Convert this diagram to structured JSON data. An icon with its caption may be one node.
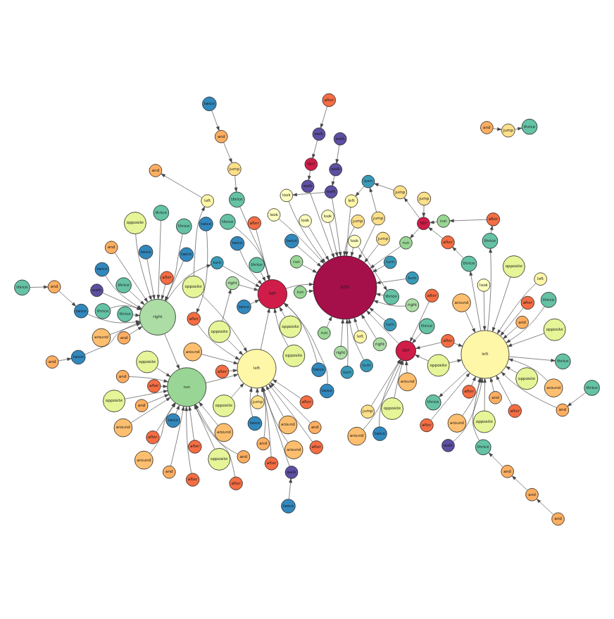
{
  "diagram": {
    "nodes": [
      {
        "text": [
          "and"
        ]
      },
      {
        "text": [
          "and"
        ]
      },
      {
        "text": [
          "walk"
        ]
      },
      {
        "text": [
          "thrice"
        ]
      },
      {
        "text": [
          "and"
        ]
      },
      {
        "text": [
          "thrice"
        ]
      },
      {
        "text": [
          "after"
        ]
      },
      {
        "text": [
          "after"
        ]
      },
      {
        "text": [
          "and"
        ]
      },
      {
        "text": [
          "and"
        ]
      },
      {
        "text": [
          "thrice"
        ]
      },
      {
        "text": [
          "and"
        ]
      },
      {
        "text": [
          "thrice"
        ]
      },
      {
        "text": [
          "after"
        ]
      },
      {
        "text": [
          "left"
        ]
      },
      {
        "text": [
          "around"
        ]
      },
      {
        "text": [
          "opposite"
        ]
      },
      {
        "text": [
          "around"
        ]
      },
      {
        "text": [
          "and"
        ]
      },
      {
        "text": [
          "twice"
        ]
      },
      {
        "text": [
          "thrice"
        ]
      },
      {
        "text": [
          "twice"
        ]
      },
      {
        "text": [
          "thrice"
        ]
      },
      {
        "text": [
          "thrice"
        ]
      },
      {
        "text": [
          "opposite"
        ]
      },
      {
        "text": [
          "after"
        ]
      },
      {
        "text": [
          "twice"
        ]
      },
      {
        "text": [
          "thrice"
        ]
      },
      {
        "text": [
          "thrice"
        ]
      },
      {
        "text": [
          "around"
        ]
      },
      {
        "text": [
          "after"
        ]
      },
      {
        "text": [
          "opposite"
        ]
      },
      {
        "text": [
          "around"
        ]
      },
      {
        "text": [
          "opposite"
        ]
      },
      {
        "text": [
          "twice"
        ]
      },
      {
        "text": [
          "after"
        ]
      },
      {
        "text": [
          "after"
        ]
      },
      {
        "text": [
          "thrice"
        ]
      },
      {
        "text": [
          "twice"
        ]
      },
      {
        "text": [
          "left"
        ]
      },
      {
        "text": [
          "look"
        ]
      },
      {
        "text": [
          "and"
        ]
      },
      {
        "text": [
          "twice"
        ]
      },
      {
        "text": [
          "thrice"
        ]
      },
      {
        "text": [
          "run"
        ]
      },
      {
        "text": [
          "walk"
        ]
      },
      {
        "text": [
          "and"
        ]
      },
      {
        "text": [
          "and"
        ]
      },
      {
        "text": [
          "opposite"
        ]
      },
      {
        "text": [
          "thrice"
        ]
      },
      {
        "text": [
          "thrice"
        ]
      },
      {
        "text": [
          "walk"
        ]
      },
      {
        "text": [
          "walk"
        ]
      },
      {
        "text": [
          "after"
        ]
      },
      {
        "text": [
          "opposite"
        ]
      },
      {
        "text": [
          "twice"
        ]
      },
      {
        "text": [
          "and"
        ]
      },
      {
        "text": [
          "right"
        ]
      },
      {
        "text": [
          "jump"
        ]
      },
      {
        "text": [
          "around"
        ]
      },
      {
        "text": [
          "opposite"
        ]
      },
      {
        "text": [
          "look"
        ]
      },
      {
        "text": [
          "around"
        ]
      },
      {
        "text": [
          "after"
        ]
      },
      {
        "text": [
          "around"
        ]
      },
      {
        "text": [
          "after"
        ]
      },
      {
        "text": [
          "opposite"
        ]
      },
      {
        "text": [
          "twice"
        ]
      },
      {
        "text": [
          "after"
        ]
      },
      {
        "text": [
          "around"
        ]
      },
      {
        "text": [
          "thrice"
        ]
      },
      {
        "text": [
          "thrice"
        ]
      },
      {
        "text": [
          "SEP"
        ]
      },
      {
        "text": [
          "jump"
        ]
      },
      {
        "text": [
          "opposite"
        ]
      },
      {
        "text": [
          "and"
        ]
      },
      {
        "text": [
          "after"
        ]
      },
      {
        "text": [
          "after"
        ]
      },
      {
        "text": [
          "walk"
        ]
      },
      {
        "text": [
          "around"
        ]
      },
      {
        "text": [
          "after"
        ]
      },
      {
        "text": [
          "turn"
        ]
      },
      {
        "text": [
          "run"
        ]
      },
      {
        "text": [
          "SEP"
        ]
      },
      {
        "text": [
          "thrice"
        ]
      },
      {
        "text": [
          "and"
        ]
      },
      {
        "text": [
          "and"
        ]
      },
      {
        "text": [
          "look"
        ]
      },
      {
        "text": [
          "look"
        ]
      },
      {
        "text": [
          "turn"
        ]
      },
      {
        "text": [
          "jump"
        ]
      },
      {
        "text": [
          "around"
        ]
      },
      {
        "text": [
          "jump"
        ]
      },
      {
        "text": [
          "opposite"
        ]
      },
      {
        "text": [
          "after"
        ]
      },
      {
        "text": [
          "after"
        ]
      },
      {
        "text": [
          "turn"
        ]
      },
      {
        "text": [
          "right"
        ]
      },
      {
        "text": [
          "thrice"
        ]
      },
      {
        "text": [
          "after"
        ]
      },
      {
        "text": [
          "run"
        ]
      },
      {
        "text": [
          "turn"
        ]
      },
      {
        "text": [
          "run"
        ]
      },
      {
        "text": [
          "opposite"
        ]
      },
      {
        "text": [
          "twice"
        ]
      },
      {
        "text": [
          "EOS"
        ]
      },
      {
        "text": [
          "right"
        ]
      },
      {
        "text": [
          "turn"
        ]
      },
      {
        "text": [
          "look"
        ]
      },
      {
        "text": [
          "left"
        ]
      },
      {
        "text": [
          "SEP"
        ]
      },
      {
        "text": [
          "after"
        ]
      },
      {
        "text": [
          "and"
        ]
      },
      {
        "text": [
          "left"
        ]
      },
      {
        "text": [
          "and"
        ]
      },
      {
        "text": [
          "around"
        ]
      },
      {
        "text": [
          "opposite"
        ]
      },
      {
        "text": [
          "after"
        ]
      },
      {
        "text": [
          "turn"
        ]
      },
      {
        "text": [
          "jump"
        ]
      },
      {
        "text": [
          "left"
        ]
      },
      {
        "text": [
          "twice"
        ]
      },
      {
        "text": [
          "twice"
        ]
      },
      {
        "text": [
          "and"
        ]
      },
      {
        "text": [
          "and"
        ]
      },
      {
        "text": [
          "opposite"
        ]
      },
      {
        "text": [
          "jump"
        ]
      },
      {
        "text": [
          "run"
        ]
      },
      {
        "text": [
          "around"
        ]
      },
      {
        "text": [
          "walk"
        ]
      },
      {
        "text": [
          "after"
        ]
      },
      {
        "text": [
          "turn"
        ]
      },
      {
        "text": [
          "jump"
        ]
      },
      {
        "text": [
          "opposite"
        ]
      },
      {
        "text": [
          "left"
        ]
      },
      {
        "text": [
          "opposite"
        ]
      },
      {
        "text": [
          "run"
        ]
      },
      {
        "text": [
          "twice"
        ]
      },
      {
        "text": [
          "twice"
        ]
      },
      {
        "text": [
          "look"
        ]
      },
      {
        "text": [
          "right"
        ]
      },
      {
        "text": [
          "walk"
        ]
      },
      {
        "text": [
          "twice"
        ]
      },
      {
        "text": [
          "twice"
        ]
      },
      {
        "text": [
          "right"
        ]
      },
      {
        "text": [
          "after"
        ]
      },
      {
        "text": [
          "twice"
        ]
      },
      {
        "text": [
          "thrice"
        ]
      },
      {
        "text": [
          "thrice"
        ]
      },
      {
        "text": [
          "jump"
        ]
      },
      {
        "text": [
          "SEP"
        ]
      },
      {
        "text": [
          "walk"
        ]
      },
      {
        "text": [
          "and"
        ]
      },
      {
        "text": [
          "jump"
        ]
      }
    ],
    "edges": [
      {
        "from": 0,
        "to": 3,
        "arrow": "to"
      },
      {
        "from": 1,
        "to": 0,
        "arrow": "to"
      },
      {
        "from": 8,
        "to": 1,
        "arrow": "to"
      },
      {
        "from": 6,
        "to": 39,
        "arrow": "to"
      },
      {
        "from": 7,
        "to": 39,
        "arrow": "to"
      },
      {
        "from": 4,
        "to": 39,
        "arrow": "to"
      },
      {
        "from": 5,
        "to": 4,
        "arrow": "to"
      },
      {
        "from": 2,
        "to": 39,
        "arrow": "to"
      },
      {
        "from": 3,
        "to": 39,
        "arrow": "to"
      },
      {
        "from": 9,
        "to": 21,
        "arrow": "to"
      },
      {
        "from": 10,
        "to": 11,
        "arrow": "to"
      },
      {
        "from": 11,
        "to": 26,
        "arrow": "to"
      },
      {
        "from": 18,
        "to": 57,
        "arrow": "to"
      },
      {
        "from": 19,
        "to": 57,
        "arrow": "to"
      },
      {
        "from": 20,
        "to": 57,
        "arrow": "to"
      },
      {
        "from": 21,
        "to": 57,
        "arrow": "to"
      },
      {
        "from": 22,
        "to": 57,
        "arrow": "to"
      },
      {
        "from": 26,
        "to": 57,
        "arrow": "to"
      },
      {
        "from": 32,
        "to": 57,
        "arrow": "to"
      },
      {
        "from": 33,
        "to": 57,
        "arrow": "to"
      },
      {
        "from": 34,
        "to": 57,
        "arrow": "to"
      },
      {
        "from": 36,
        "to": 57,
        "arrow": "to"
      },
      {
        "from": 37,
        "to": 57,
        "arrow": "to"
      },
      {
        "from": 38,
        "to": 57,
        "arrow": "to"
      },
      {
        "from": 49,
        "to": 57,
        "arrow": "to"
      },
      {
        "from": 50,
        "to": 57,
        "arrow": "to"
      },
      {
        "from": 45,
        "to": 57,
        "arrow": "to"
      },
      {
        "from": 46,
        "to": 57,
        "arrow": "to"
      },
      {
        "from": 14,
        "to": 39,
        "arrow": "to"
      },
      {
        "from": 15,
        "to": 39,
        "arrow": "to"
      },
      {
        "from": 16,
        "to": 39,
        "arrow": "to"
      },
      {
        "from": 17,
        "to": 39,
        "arrow": "to"
      },
      {
        "from": 24,
        "to": 39,
        "arrow": "to"
      },
      {
        "from": 29,
        "to": 39,
        "arrow": "to"
      },
      {
        "from": 30,
        "to": 39,
        "arrow": "to"
      },
      {
        "from": 31,
        "to": 39,
        "arrow": "to"
      },
      {
        "from": 35,
        "to": 39,
        "arrow": "to"
      },
      {
        "from": 40,
        "to": 39,
        "arrow": "to"
      },
      {
        "from": 41,
        "to": 39,
        "arrow": "to"
      },
      {
        "from": 47,
        "to": 39,
        "arrow": "to"
      },
      {
        "from": 48,
        "to": 39,
        "arrow": "to"
      },
      {
        "from": 53,
        "to": 39,
        "arrow": "to"
      },
      {
        "from": 54,
        "to": 39,
        "arrow": "to"
      },
      {
        "from": 43,
        "to": 39,
        "arrow": "to"
      },
      {
        "from": 39,
        "to": 12,
        "arrow": "to"
      },
      {
        "from": 39,
        "to": 23,
        "arrow": "to"
      },
      {
        "from": 39,
        "to": 27,
        "arrow": "to"
      },
      {
        "from": 39,
        "to": 28,
        "arrow": "to"
      },
      {
        "from": 23,
        "to": 13,
        "arrow": "to"
      },
      {
        "from": 27,
        "to": 25,
        "arrow": "to"
      },
      {
        "from": 13,
        "to": 44,
        "arrow": "to"
      },
      {
        "from": 25,
        "to": 83,
        "arrow": "to"
      },
      {
        "from": 44,
        "to": 83,
        "arrow": "to"
      },
      {
        "from": 58,
        "to": 83,
        "arrow": "to"
      },
      {
        "from": 83,
        "to": 119,
        "arrow": "to"
      },
      {
        "from": 83,
        "to": 100,
        "arrow": "to"
      },
      {
        "from": 42,
        "to": 105,
        "arrow": "to"
      },
      {
        "from": 51,
        "to": 52,
        "arrow": "to"
      },
      {
        "from": 52,
        "to": 78,
        "arrow": "to"
      },
      {
        "from": 78,
        "to": 87,
        "arrow": "to"
      },
      {
        "from": 78,
        "to": 105,
        "arrow": "to"
      },
      {
        "from": 61,
        "to": 70,
        "arrow": "to"
      },
      {
        "from": 61,
        "to": 105,
        "arrow": "to"
      },
      {
        "from": 70,
        "to": 105,
        "arrow": "to"
      },
      {
        "from": 87,
        "to": 105,
        "arrow": "to"
      },
      {
        "from": 88,
        "to": 105,
        "arrow": "to"
      },
      {
        "from": 89,
        "to": 105,
        "arrow": "to"
      },
      {
        "from": 96,
        "to": 105,
        "arrow": "to"
      },
      {
        "from": 101,
        "to": 105,
        "arrow": "to"
      },
      {
        "from": 107,
        "to": 105,
        "arrow": "to"
      },
      {
        "from": 118,
        "to": 105,
        "arrow": "to"
      },
      {
        "from": 102,
        "to": 105,
        "arrow": "to"
      },
      {
        "from": 100,
        "to": 105,
        "arrow": "to"
      },
      {
        "from": 97,
        "to": 105,
        "arrow": "to"
      },
      {
        "from": 90,
        "to": 105,
        "arrow": "to"
      },
      {
        "from": 108,
        "to": 105,
        "arrow": "to"
      },
      {
        "from": 120,
        "to": 105,
        "arrow": "to"
      },
      {
        "from": 127,
        "to": 105,
        "arrow": "to"
      },
      {
        "from": 132,
        "to": 105,
        "arrow": "to"
      },
      {
        "from": 136,
        "to": 105,
        "arrow": "to"
      },
      {
        "from": 139,
        "to": 105,
        "arrow": "to"
      },
      {
        "from": 141,
        "to": 105,
        "arrow": "to"
      },
      {
        "from": 144,
        "to": 105,
        "arrow": "to"
      },
      {
        "from": 134,
        "to": 105,
        "arrow": "to"
      },
      {
        "from": 126,
        "to": 105,
        "arrow": "to"
      },
      {
        "from": 106,
        "to": 105,
        "arrow": "to"
      },
      {
        "from": 53,
        "to": 72,
        "arrow": "to"
      },
      {
        "from": 54,
        "to": 72,
        "arrow": "to"
      },
      {
        "from": 62,
        "to": 72,
        "arrow": "to"
      },
      {
        "from": 66,
        "to": 72,
        "arrow": "to"
      },
      {
        "from": 71,
        "to": 72,
        "arrow": "to"
      },
      {
        "from": 73,
        "to": 72,
        "arrow": "to"
      },
      {
        "from": 79,
        "to": 72,
        "arrow": "to"
      },
      {
        "from": 80,
        "to": 72,
        "arrow": "to"
      },
      {
        "from": 55,
        "to": 72,
        "arrow": "to"
      },
      {
        "from": 72,
        "to": 105,
        "arrow": "to"
      },
      {
        "from": 109,
        "to": 110,
        "arrow": "to"
      },
      {
        "from": 121,
        "to": 110,
        "arrow": "to"
      },
      {
        "from": 122,
        "to": 110,
        "arrow": "to"
      },
      {
        "from": 137,
        "to": 110,
        "arrow": "to"
      },
      {
        "from": 138,
        "to": 110,
        "arrow": "to"
      },
      {
        "from": 140,
        "to": 110,
        "arrow": "to"
      },
      {
        "from": 147,
        "to": 110,
        "arrow": "to"
      },
      {
        "from": 81,
        "to": 110,
        "arrow": "to"
      },
      {
        "from": 84,
        "to": 110,
        "arrow": "to"
      },
      {
        "from": 98,
        "to": 110,
        "arrow": "to"
      },
      {
        "from": 94,
        "to": 110,
        "arrow": "to"
      },
      {
        "from": 133,
        "to": 110,
        "arrow": "to"
      },
      {
        "from": 125,
        "to": 110,
        "arrow": "to"
      },
      {
        "from": 110,
        "to": 105,
        "arrow": "to"
      },
      {
        "from": 59,
        "to": 82,
        "arrow": "to"
      },
      {
        "from": 60,
        "to": 82,
        "arrow": "to"
      },
      {
        "from": 63,
        "to": 82,
        "arrow": "to"
      },
      {
        "from": 64,
        "to": 82,
        "arrow": "to"
      },
      {
        "from": 65,
        "to": 82,
        "arrow": "to"
      },
      {
        "from": 67,
        "to": 82,
        "arrow": "to"
      },
      {
        "from": 68,
        "to": 82,
        "arrow": "to"
      },
      {
        "from": 69,
        "to": 82,
        "arrow": "to"
      },
      {
        "from": 74,
        "to": 82,
        "arrow": "to"
      },
      {
        "from": 75,
        "to": 82,
        "arrow": "to"
      },
      {
        "from": 76,
        "to": 82,
        "arrow": "to"
      },
      {
        "from": 77,
        "to": 82,
        "arrow": "to"
      },
      {
        "from": 85,
        "to": 82,
        "arrow": "to"
      },
      {
        "from": 86,
        "to": 82,
        "arrow": "to"
      },
      {
        "from": 93,
        "to": 82,
        "arrow": "to"
      },
      {
        "from": 56,
        "to": 82,
        "arrow": "to"
      },
      {
        "from": 57,
        "to": 82,
        "arrow": "to"
      },
      {
        "from": 91,
        "to": 109,
        "arrow": "to"
      },
      {
        "from": 92,
        "to": 109,
        "arrow": "to"
      },
      {
        "from": 95,
        "to": 109,
        "arrow": "to"
      },
      {
        "from": 99,
        "to": 109,
        "arrow": "to"
      },
      {
        "from": 103,
        "to": 109,
        "arrow": "to"
      },
      {
        "from": 104,
        "to": 109,
        "arrow": "to"
      },
      {
        "from": 111,
        "to": 109,
        "arrow": "to"
      },
      {
        "from": 114,
        "to": 109,
        "arrow": "to"
      },
      {
        "from": 115,
        "to": 109,
        "arrow": "to"
      },
      {
        "from": 116,
        "to": 109,
        "arrow": "to"
      },
      {
        "from": 117,
        "to": 109,
        "arrow": "to"
      },
      {
        "from": 123,
        "to": 109,
        "arrow": "to"
      },
      {
        "from": 128,
        "to": 109,
        "arrow": "to"
      },
      {
        "from": 130,
        "to": 109,
        "arrow": "to"
      },
      {
        "from": 135,
        "to": 109,
        "arrow": "to"
      },
      {
        "from": 82,
        "to": 109,
        "arrow": "to"
      },
      {
        "from": 129,
        "to": 109,
        "arrow": "to"
      },
      {
        "from": 57,
        "to": 81,
        "arrow": "to"
      },
      {
        "from": 113,
        "to": 112,
        "arrow": "to"
      },
      {
        "from": 103,
        "to": 113,
        "arrow": "to"
      },
      {
        "from": 124,
        "to": 149,
        "arrow": "to"
      },
      {
        "from": 149,
        "to": 148,
        "arrow": "to"
      },
      {
        "from": 135,
        "to": 140,
        "arrow": "to"
      },
      {
        "from": 145,
        "to": 151,
        "arrow": "to"
      },
      {
        "from": 146,
        "to": 152,
        "arrow": "to"
      },
      {
        "from": 152,
        "to": 153,
        "arrow": "to"
      },
      {
        "from": 151,
        "to": 150,
        "arrow": "to"
      },
      {
        "from": 150,
        "to": 141,
        "arrow": "to"
      },
      {
        "from": 153,
        "to": 147,
        "arrow": "to"
      },
      {
        "from": 119,
        "to": 131,
        "arrow": "to"
      },
      {
        "from": 131,
        "to": 134,
        "arrow": "to"
      },
      {
        "from": 126,
        "to": 131,
        "arrow": "to"
      },
      {
        "from": 143,
        "to": 130,
        "arrow": "to"
      },
      {
        "from": 142,
        "to": 129,
        "arrow": "to"
      }
    ]
  }
}
